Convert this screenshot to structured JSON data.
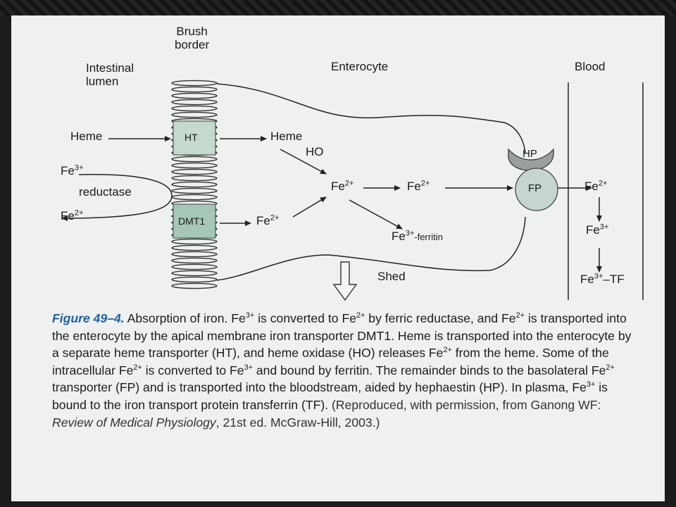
{
  "diagram": {
    "labels": {
      "brush_border": "Brush\nborder",
      "intestinal_lumen": "Intestinal\nlumen",
      "enterocyte": "Enterocyte",
      "blood": "Blood",
      "heme_lumen": "Heme",
      "heme_cell": "Heme",
      "fe3_lumen": "Fe",
      "fe3_lumen_charge": "3+",
      "reductase": "reductase",
      "fe2_lumen": "Fe",
      "fe2_lumen_charge": "2+",
      "ht": "HT",
      "dmt1": "DMT1",
      "ho": "HO",
      "fe2_dmt": "Fe",
      "fe2_dmt_charge": "2+",
      "fe2_center": "Fe",
      "fe2_center_charge": "2+",
      "fe2_right": "Fe",
      "fe2_right_charge": "2+",
      "hp": "HP",
      "fp": "FP",
      "fe2_blood": "Fe",
      "fe2_blood_charge": "2+",
      "fe3_blood": "Fe",
      "fe3_blood_charge": "3+",
      "fe3_tf": "Fe",
      "fe3_tf_charge": "3+",
      "fe3_tf_suffix": "–TF",
      "fe3_ferritin": "Fe",
      "fe3_ferritin_charge": "3+",
      "fe3_ferritin_suffix": "-ferritin",
      "shed": "Shed"
    }
  },
  "caption": {
    "figure_number": "Figure 49–4.",
    "parts": [
      " Absorption of iron. Fe",
      "3+",
      " is converted to Fe",
      "2+",
      " by ferric reductase, and Fe",
      "2+",
      " is transported into the enterocyte by the apical membrane iron transporter DMT1. Heme is transported into the enterocyte by a separate heme transporter (HT), and heme oxidase (HO) releases Fe",
      "2+",
      " from the heme. Some of the intracellular Fe",
      "2+",
      " is converted to Fe",
      "3+",
      " and bound by ferritin. The remainder binds to the basolateral Fe",
      "2+",
      " transporter (FP) and is transported into the bloodstream, aided by hephaestin (HP). In plasma, Fe",
      "3+",
      " is bound to the iron transport protein transferrin (TF)."
    ],
    "credit_prefix": " (Reproduced, with permission, from Ganong WF: ",
    "credit_italic": "Review of Medical Physiology",
    "credit_suffix": ", 21st ed. McGraw-Hill, 2003.)"
  }
}
